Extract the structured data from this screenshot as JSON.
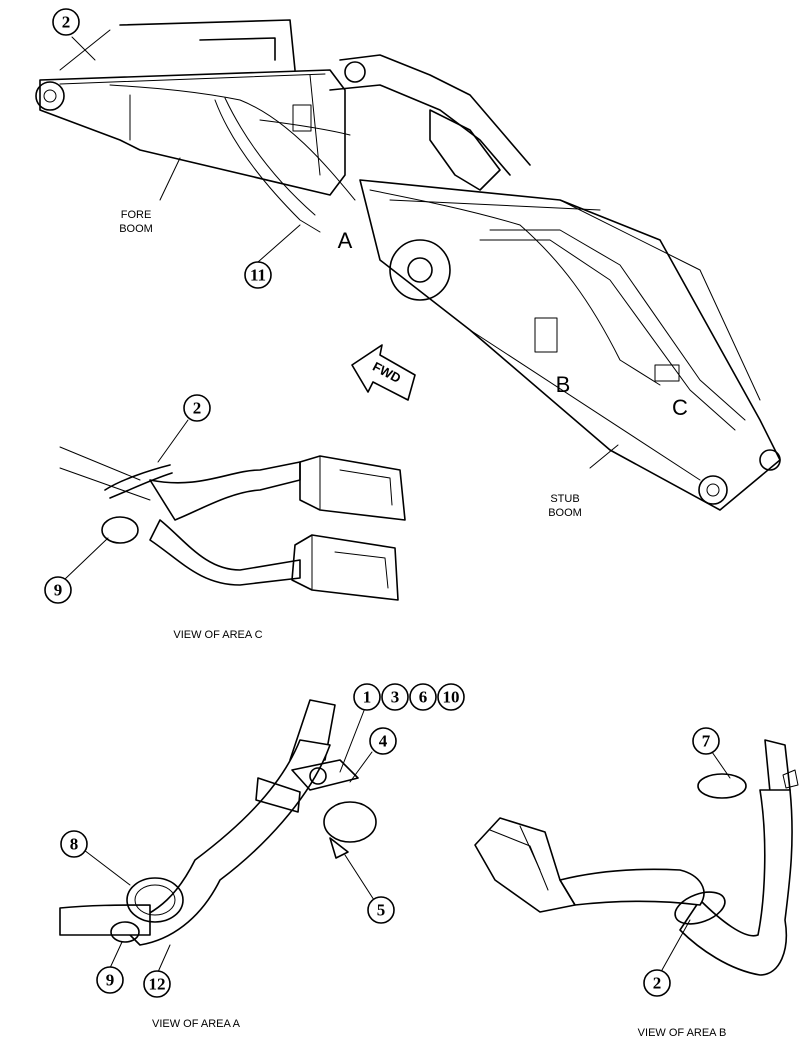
{
  "callouts": {
    "c_top_2": "2",
    "c_top_11": "11",
    "c_view_c_2": "2",
    "c_view_c_9": "9",
    "c_a_1": "1",
    "c_a_3": "3",
    "c_a_6": "6",
    "c_a_10": "10",
    "c_a_4": "4",
    "c_a_5": "5",
    "c_a_8": "8",
    "c_a_9": "9",
    "c_a_12": "12",
    "c_b_7": "7",
    "c_b_2": "2"
  },
  "labels": {
    "fore_boom_line1": "FORE",
    "fore_boom_line2": "BOOM",
    "stub_boom_line1": "STUB",
    "stub_boom_line2": "BOOM",
    "fwd": "FWD",
    "area_a": "A",
    "area_b": "B",
    "area_c": "C"
  },
  "captions": {
    "view_c": "VIEW OF AREA C",
    "view_a": "VIEW OF AREA A",
    "view_b": "VIEW OF AREA B"
  }
}
